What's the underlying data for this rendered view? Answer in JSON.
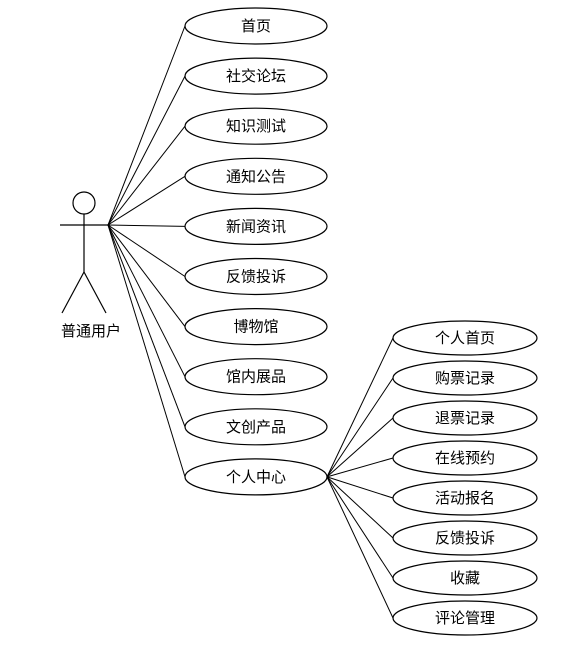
{
  "actor": {
    "label": "普通用户"
  },
  "use_cases": [
    {
      "label": "首页"
    },
    {
      "label": "社交论坛"
    },
    {
      "label": "知识测试"
    },
    {
      "label": "通知公告"
    },
    {
      "label": "新闻资讯"
    },
    {
      "label": "反馈投诉"
    },
    {
      "label": "博物馆"
    },
    {
      "label": "馆内展品"
    },
    {
      "label": "文创产品"
    },
    {
      "label": "个人中心"
    }
  ],
  "personal_center_items": [
    {
      "label": "个人首页"
    },
    {
      "label": "购票记录"
    },
    {
      "label": "退票记录"
    },
    {
      "label": "在线预约"
    },
    {
      "label": "活动报名"
    },
    {
      "label": "反馈投诉"
    },
    {
      "label": "收藏"
    },
    {
      "label": "评论管理"
    }
  ]
}
